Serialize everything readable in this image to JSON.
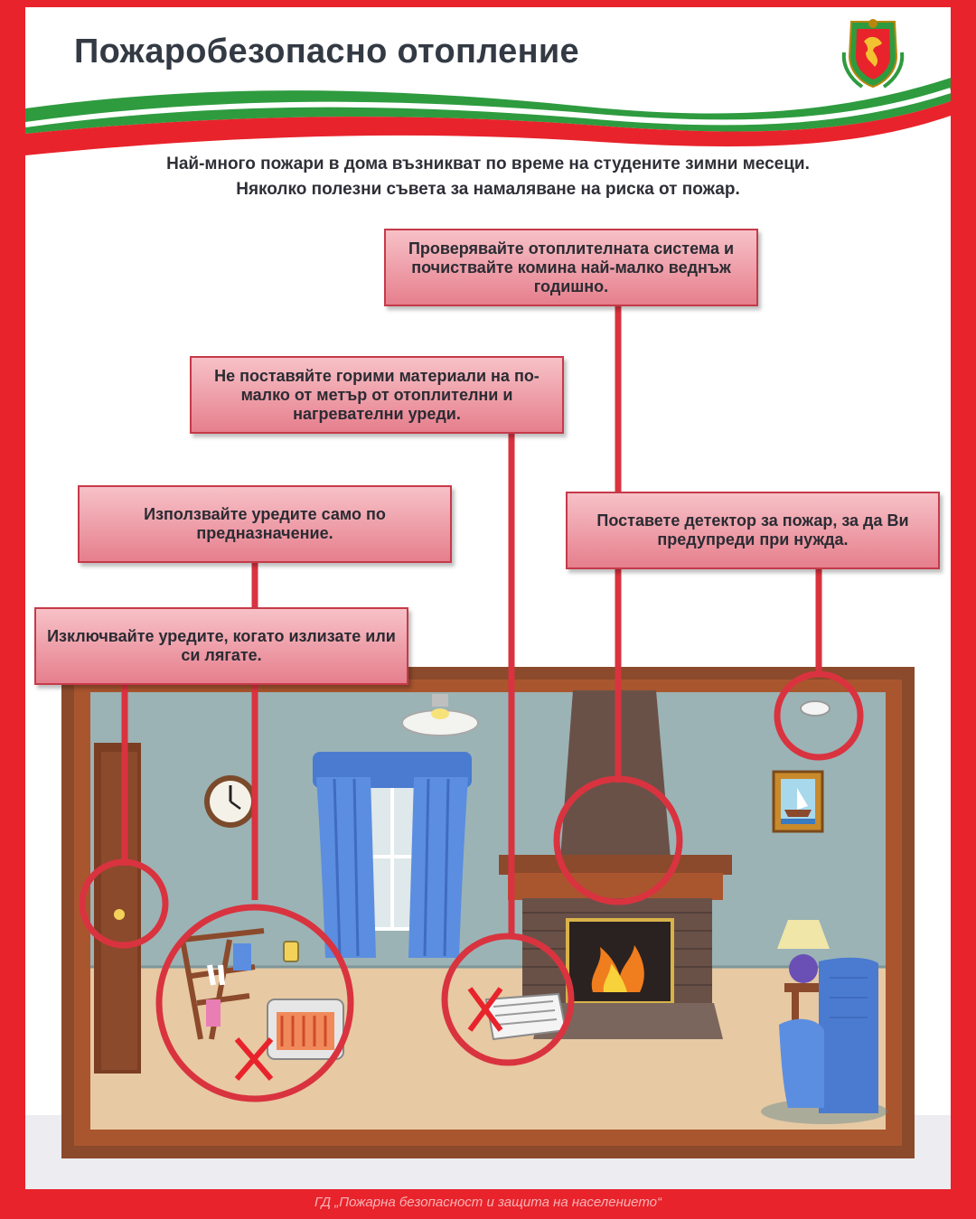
{
  "title": "Пожаробезопасно отопление",
  "intro": {
    "line1": "Най-много пожари в дома възникват по време на студените зимни месеци.",
    "line2": "Няколко полезни съвета за намаляване на риска от пожар."
  },
  "tips": {
    "chimney": "Проверявайте отоплителната система и почиствайте комина най-малко веднъж годишно.",
    "distance": "Не поставяйте горими материали на по-малко от метър от отоплителни и нагревателни уреди.",
    "purpose": "Използвайте уредите само по предназначение.",
    "detector": "Поставете детектор за пожар, за да Ви предупреди при нужда.",
    "switch_off": "Изключвайте уредите, когато излизате или си лягате."
  },
  "footer": "ГД „Пожарна безопасност и защита на населението“",
  "colors": {
    "frame_red": "#e8232b",
    "callout_line": "#d9333f",
    "flag_green": "#2e9b3f",
    "wall": "#9bb3b5",
    "floor": "#e7c9a3",
    "frame_brown": "#8b4a2b"
  },
  "icons": [
    "emblem-icon",
    "smoke-detector-icon",
    "clock-icon",
    "fire-icon",
    "heater-icon",
    "drying-rack-icon",
    "newspapers-icon",
    "lamp-icon",
    "armchair-icon",
    "picture-icon"
  ]
}
